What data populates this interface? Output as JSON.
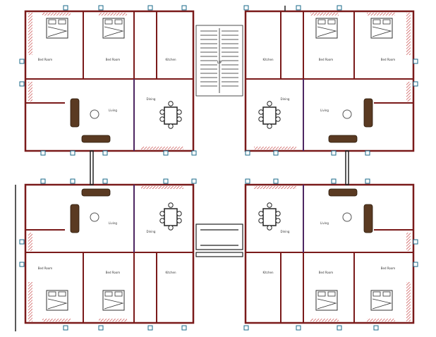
{
  "plan": {
    "title": "",
    "colors": {
      "wall": "#7a1a1a",
      "wall_dark": "#222222",
      "hatch": "#c03030",
      "marker": "#1a6a8a",
      "blue": "#2233aa",
      "furniture": "#333333",
      "sofa": "#5a3a22",
      "background": "#ffffff"
    },
    "rooms": [
      {
        "key": "tl-bed1",
        "name": "Bed Room"
      },
      {
        "key": "tl-bed2",
        "name": "Bed Room"
      },
      {
        "key": "tl-kitchen",
        "name": "Kitchen"
      },
      {
        "key": "tl-living",
        "name": "Living"
      },
      {
        "key": "tl-dining",
        "name": "Dining"
      },
      {
        "key": "tr-kitchen",
        "name": "Kitchen"
      },
      {
        "key": "tr-bed1",
        "name": "Bed Room"
      },
      {
        "key": "tr-bed2",
        "name": "Bed Room"
      },
      {
        "key": "tr-dining",
        "name": "Dining"
      },
      {
        "key": "tr-living",
        "name": "Living"
      },
      {
        "key": "bl-living",
        "name": "Living"
      },
      {
        "key": "bl-dining",
        "name": "Dining"
      },
      {
        "key": "bl-bed1",
        "name": "Bed Room"
      },
      {
        "key": "bl-bed2",
        "name": "Bed Room"
      },
      {
        "key": "bl-kitchen",
        "name": "Kitchen"
      },
      {
        "key": "br-dining",
        "name": "Dining"
      },
      {
        "key": "br-living",
        "name": "Living"
      },
      {
        "key": "br-kitchen",
        "name": "Kitchen"
      },
      {
        "key": "br-bed1",
        "name": "Bed Room"
      },
      {
        "key": "br-bed2",
        "name": "Bed Room"
      }
    ],
    "stair_label": "UP"
  }
}
